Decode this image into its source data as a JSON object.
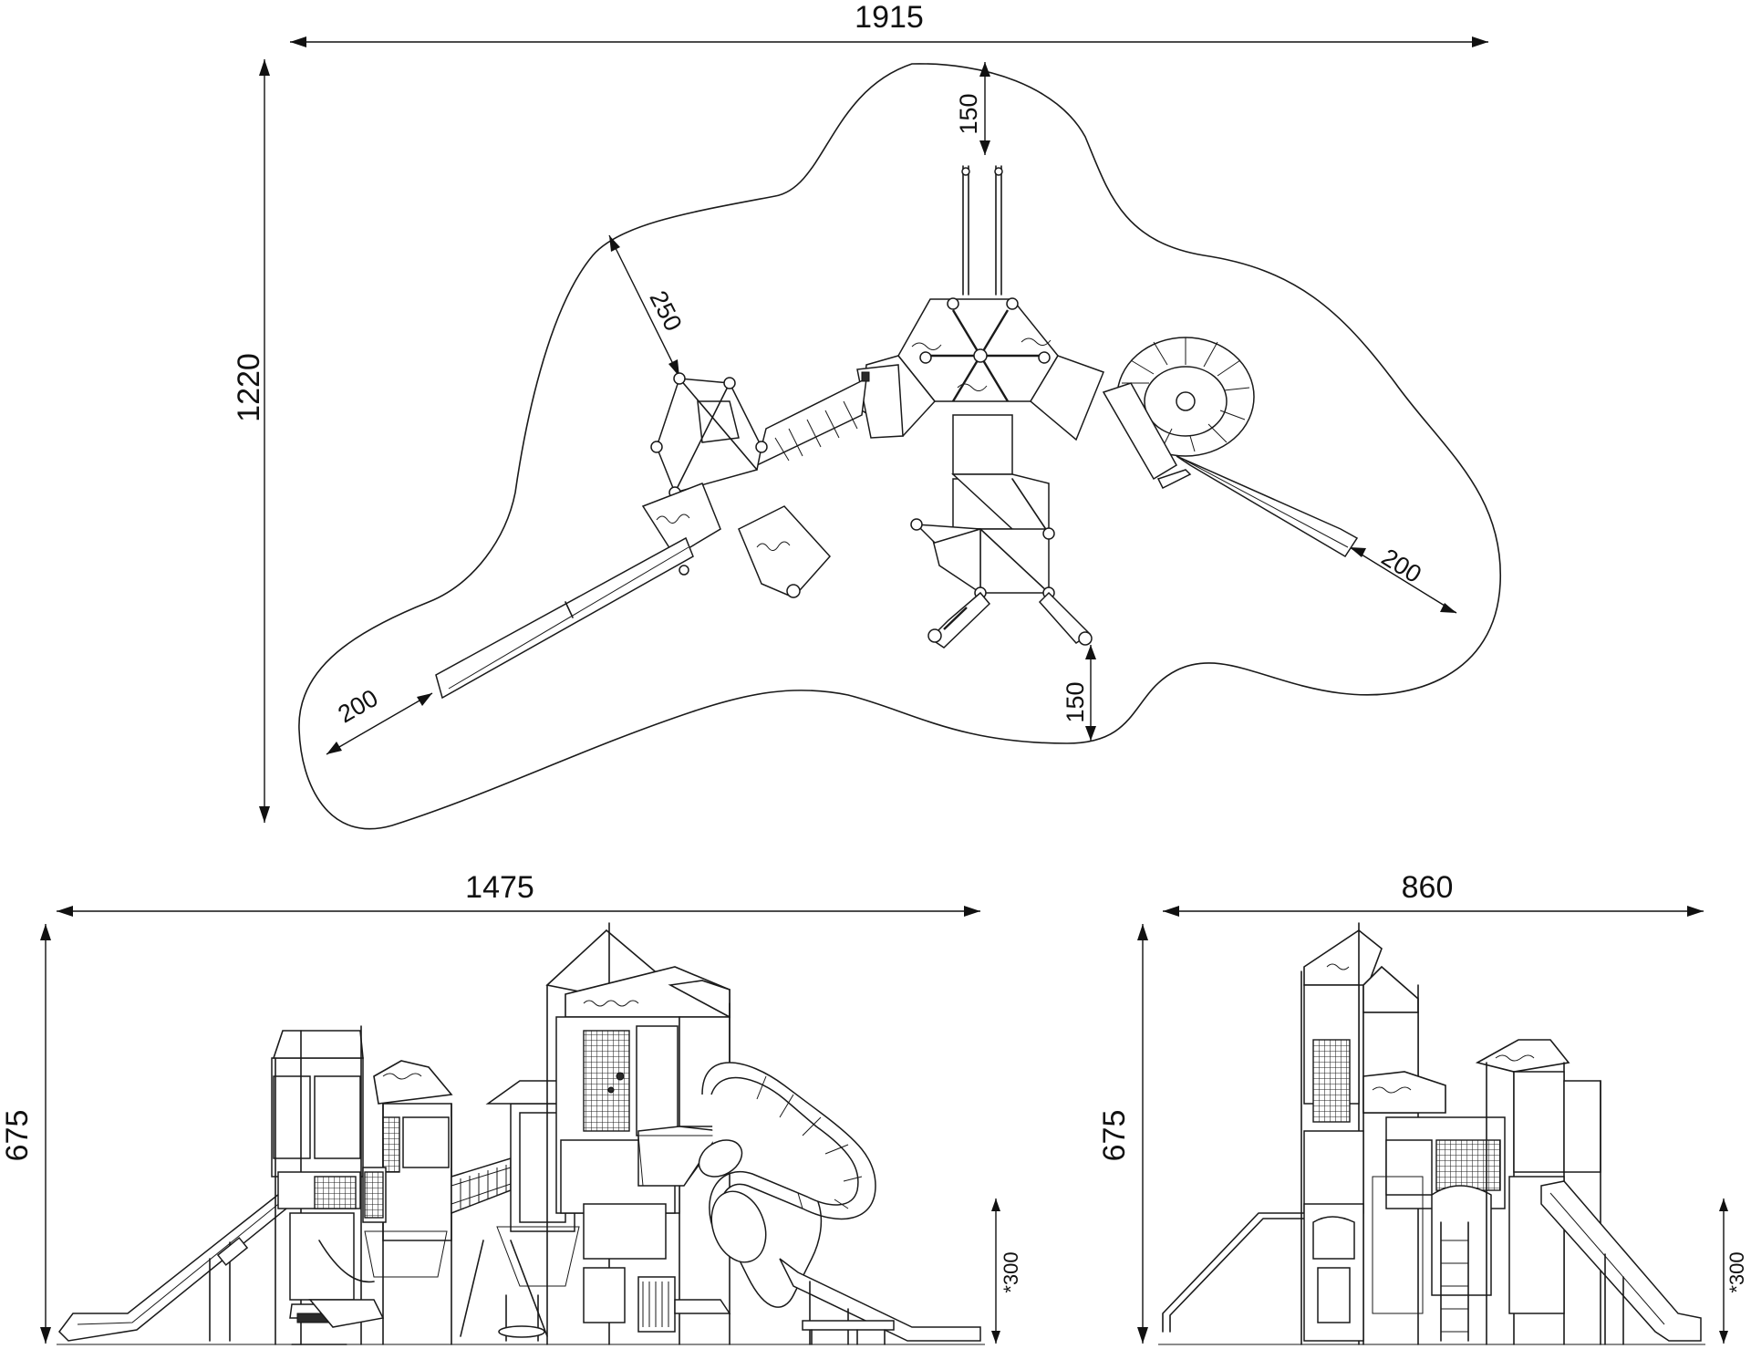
{
  "plan_view": {
    "width_label": "1915",
    "height_label": "1220",
    "clearance_top": "150",
    "clearance_bottom": "150",
    "clearance_diag": "250",
    "clearance_left_slide": "200",
    "clearance_right_slide": "200"
  },
  "front_view": {
    "width_label": "1475",
    "height_label": "675",
    "fall_height_label": "*300"
  },
  "side_view": {
    "width_label": "860",
    "height_label": "675",
    "fall_height_label": "*300"
  }
}
